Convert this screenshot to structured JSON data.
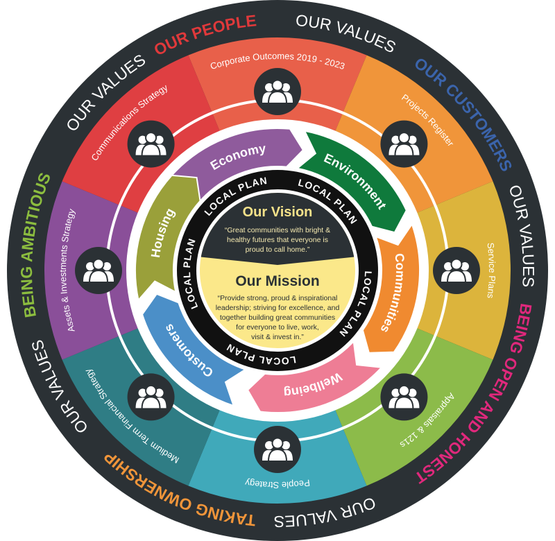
{
  "outer_ring": {
    "color": "#2b3135",
    "labels": [
      {
        "text": "OUR PEOPLE",
        "color": "#e0393b",
        "bold": true,
        "angle": -108
      },
      {
        "text": "OUR VALUES",
        "color": "#ffffff",
        "bold": false,
        "angle": -72
      },
      {
        "text": "OUR CUSTOMERS",
        "color": "#3b64ab",
        "bold": true,
        "angle": -33
      },
      {
        "text": "OUR VALUES",
        "color": "#ffffff",
        "bold": false,
        "angle": 7
      },
      {
        "text": "BEING OPEN AND HONEST",
        "color": "#e0287c",
        "bold": true,
        "angle": 50
      },
      {
        "text": "OUR VALUES",
        "color": "#ffffff",
        "bold": false,
        "angle": 93
      },
      {
        "text": "TAKING OWNERSHIP",
        "color": "#f0953a",
        "bold": true,
        "angle": 125
      },
      {
        "text": "OUR VALUES",
        "color": "#ffffff",
        "bold": false,
        "angle": 160
      },
      {
        "text": "BEING AMBITIOUS",
        "color": "#8cbd3f",
        "bold": true,
        "angle": 196
      },
      {
        "text": "OUR VALUES",
        "color": "#ffffff",
        "bold": false,
        "angle": 232
      }
    ]
  },
  "segments": [
    {
      "label": "Corporate Outcomes 2019 - 2023",
      "color": "#e8604a",
      "icon": "people-icon"
    },
    {
      "label": "Projects Register",
      "color": "#f0953a",
      "icon": "people-icon"
    },
    {
      "label": "Service Plans",
      "color": "#dcb43c",
      "icon": "people-icon"
    },
    {
      "label": "Appraisals & 121s",
      "color": "#8cbb4a",
      "icon": "people-icon"
    },
    {
      "label": "People Strategy",
      "color": "#40a9ba",
      "icon": "people-icon"
    },
    {
      "label": "Medium Term Financial Strategy",
      "color": "#2f7d85",
      "icon": "people-icon"
    },
    {
      "label": "Assets & Investments Strategy",
      "color": "#8a4f99",
      "icon": "people-icon"
    },
    {
      "label": "Communications Strategy",
      "color": "#df3f42",
      "icon": "people-icon"
    }
  ],
  "themes": [
    {
      "label": "Economy",
      "color": "#8f5b9c",
      "angle": -103
    },
    {
      "label": "Environment",
      "color": "#0f7a3c",
      "angle": -43
    },
    {
      "label": "Communities",
      "color": "#f08a30",
      "angle": 17
    },
    {
      "label": "Wellbeing",
      "color": "#ee7d95",
      "angle": 77
    },
    {
      "label": "Customers",
      "color": "#4b8fc8",
      "angle": 137
    },
    {
      "label": "Housing",
      "color": "#9aa03a",
      "angle": 197
    }
  ],
  "local_plan": {
    "label": "LOCAL PLAN",
    "angles": [
      -125,
      -50,
      35,
      100,
      180,
      260
    ]
  },
  "vision": {
    "title": "Our Vision",
    "lines": [
      "“Great communities with bright &",
      "healthy futures that everyone is",
      "proud to call home.”"
    ],
    "bg": "#2b3135",
    "title_color": "#f5e28a"
  },
  "mission": {
    "title": "Our Mission",
    "lines": [
      "“Provide strong, proud & inspirational",
      "leadership; striving for excellence, and",
      "together building great communities",
      "for everyone to live, work,",
      "visit & invest in.”"
    ],
    "bg": "#fbe88a",
    "title_color": "#2b3135"
  }
}
